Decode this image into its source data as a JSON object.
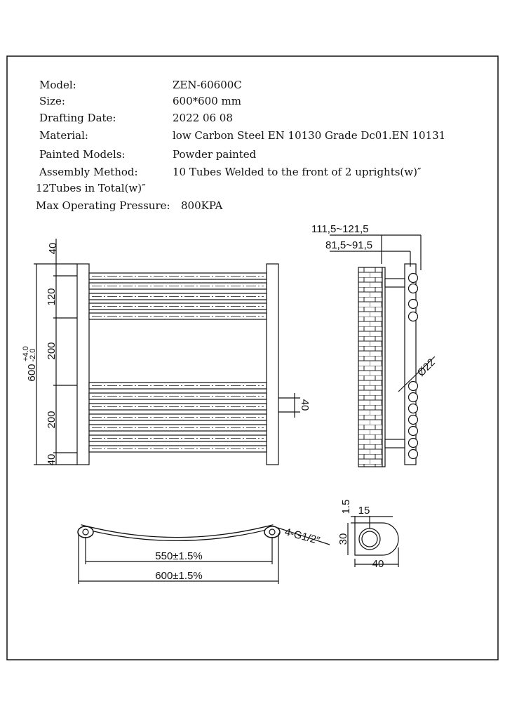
{
  "specs": {
    "model_label": "Model:",
    "model_value": "ZEN-60600C",
    "size_label": "Size:",
    "size_value": "600*600 mm",
    "date_label": "Drafting Date:",
    "date_value": "2022 06 08",
    "material_label": "Material:",
    "material_value": "low Carbon Steel  EN 10130 Grade Dc01.EN 10131",
    "painted_label": "Painted Models:",
    "painted_value": "Powder painted",
    "assembly_label": "Assembly Method:",
    "assembly_value": "10 Tubes Welded to the front of 2 uprights(w)″",
    "tubes_total": "12Tubes in Total(w)″",
    "pressure_label": "Max Operating Pressure:",
    "pressure_value": "800KPA"
  },
  "front_view": {
    "dim_40_top": "40",
    "dim_120": "120",
    "dim_200_a": "200",
    "dim_200_b": "200",
    "dim_40_bottom": "40",
    "dim_height": "600",
    "tol_plus": "+4.0",
    "tol_minus": "-2.0",
    "dim_tube_gap": "40"
  },
  "side_view": {
    "dim_outer": "111,5~121,5",
    "dim_inner": "81,5~91,5",
    "dim_tube_dia": "Ø22"
  },
  "top_view": {
    "dim_550": "550±1.5%",
    "dim_600": "600±1.5%",
    "connection": "4-G1/2″"
  },
  "detail_view": {
    "dim_1_5": "1.5",
    "dim_15": "15",
    "dim_30": "30",
    "dim_40": "40"
  }
}
